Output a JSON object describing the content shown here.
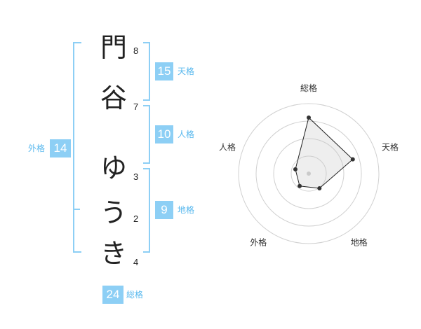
{
  "name_chars": [
    {
      "char": "門",
      "strokes": "8"
    },
    {
      "char": "谷",
      "strokes": "7"
    },
    {
      "char": "ゆ",
      "strokes": "3"
    },
    {
      "char": "う",
      "strokes": "2"
    },
    {
      "char": "き",
      "strokes": "4"
    }
  ],
  "fortunes": {
    "tenkaku": {
      "value": "15",
      "label": "天格"
    },
    "jinkaku": {
      "value": "10",
      "label": "人格"
    },
    "chikaku": {
      "value": "9",
      "label": "地格"
    },
    "gaikaku": {
      "value": "14",
      "label": "外格"
    },
    "soukaku": {
      "value": "24",
      "label": "総格"
    }
  },
  "colors": {
    "accent": "#8dcff5",
    "accent_text": "#58b8ee"
  },
  "chart_data": {
    "type": "radar",
    "axes": [
      "総格",
      "天格",
      "地格",
      "外格",
      "人格"
    ],
    "values": [
      4,
      3.3,
      1.3,
      1.1,
      1.0
    ],
    "max": 5,
    "rings": 4
  }
}
